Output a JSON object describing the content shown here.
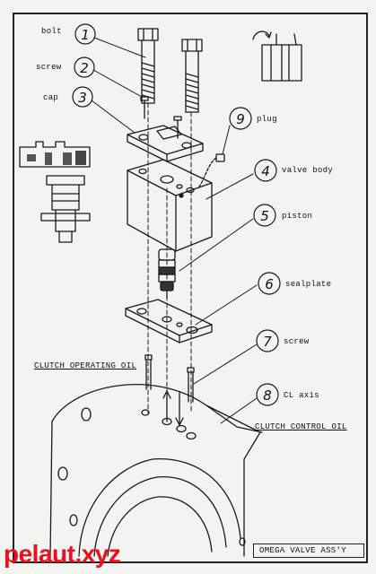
{
  "callouts": [
    {
      "num": "1",
      "label": "bolt"
    },
    {
      "num": "2",
      "label": "screw"
    },
    {
      "num": "3",
      "label": "cap"
    },
    {
      "num": "9",
      "label": "plug"
    },
    {
      "num": "4",
      "label": "valve body"
    },
    {
      "num": "5",
      "label": "piston"
    },
    {
      "num": "6",
      "label": "sealplate"
    },
    {
      "num": "7",
      "label": "screw"
    },
    {
      "num": "8",
      "label": "CL axis"
    }
  ],
  "labels": {
    "clutch_operating_oil": "CLUTCH OPERATING OIL",
    "clutch_control_oil": "CLUTCH CONTROL OIL"
  },
  "title_block": "OMEGA VALVE ASS'Y",
  "watermark": "pelaut.xyz"
}
